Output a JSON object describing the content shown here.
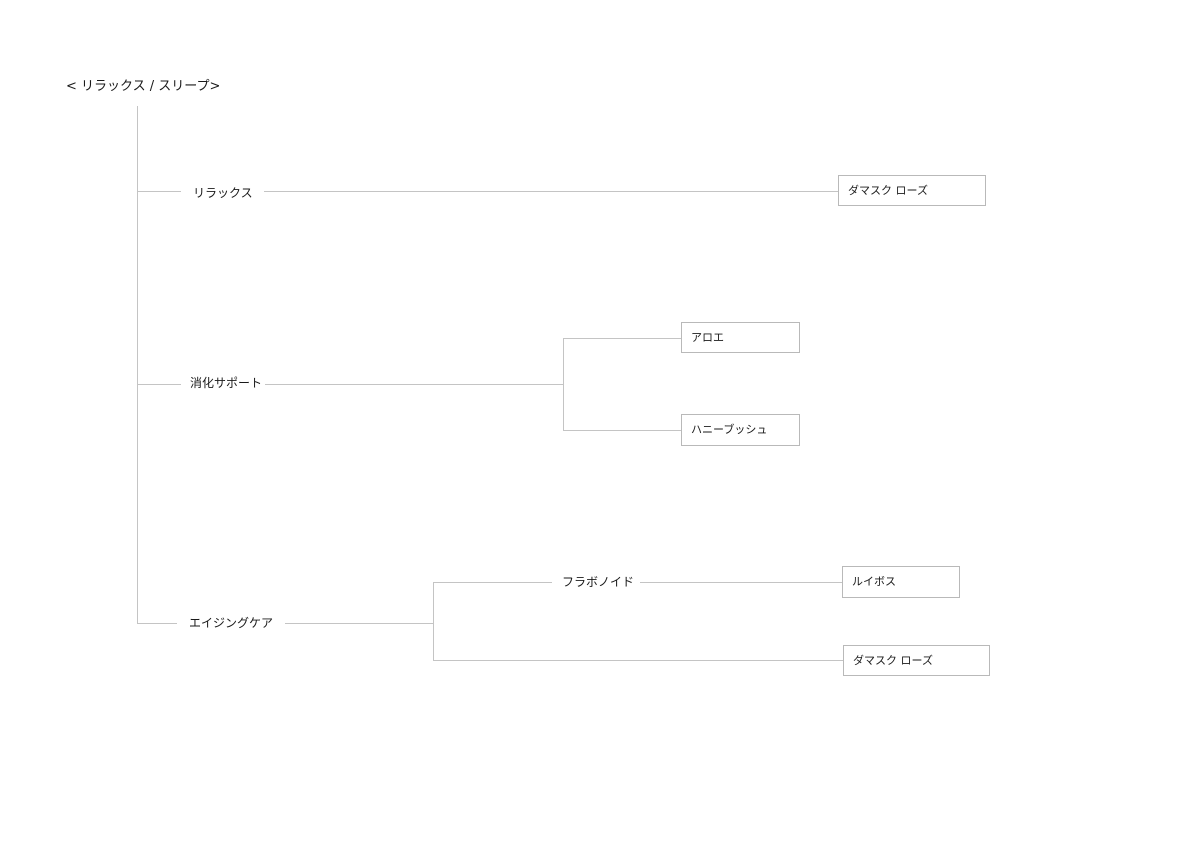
{
  "title": "< リラックス / スリープ>",
  "line_color": "#c4c4c4",
  "categories": [
    {
      "label": "リラックス",
      "subgroups": [],
      "items": [
        "ダマスク ローズ"
      ]
    },
    {
      "label": "消化サポート",
      "subgroups": [],
      "items": [
        "アロエ",
        "ハニーブッシュ"
      ]
    },
    {
      "label": "エイジングケア",
      "subgroups": [
        {
          "label": "フラボノイド",
          "items": [
            "ルイボス"
          ]
        }
      ],
      "items": [
        "ダマスク ローズ"
      ]
    }
  ]
}
